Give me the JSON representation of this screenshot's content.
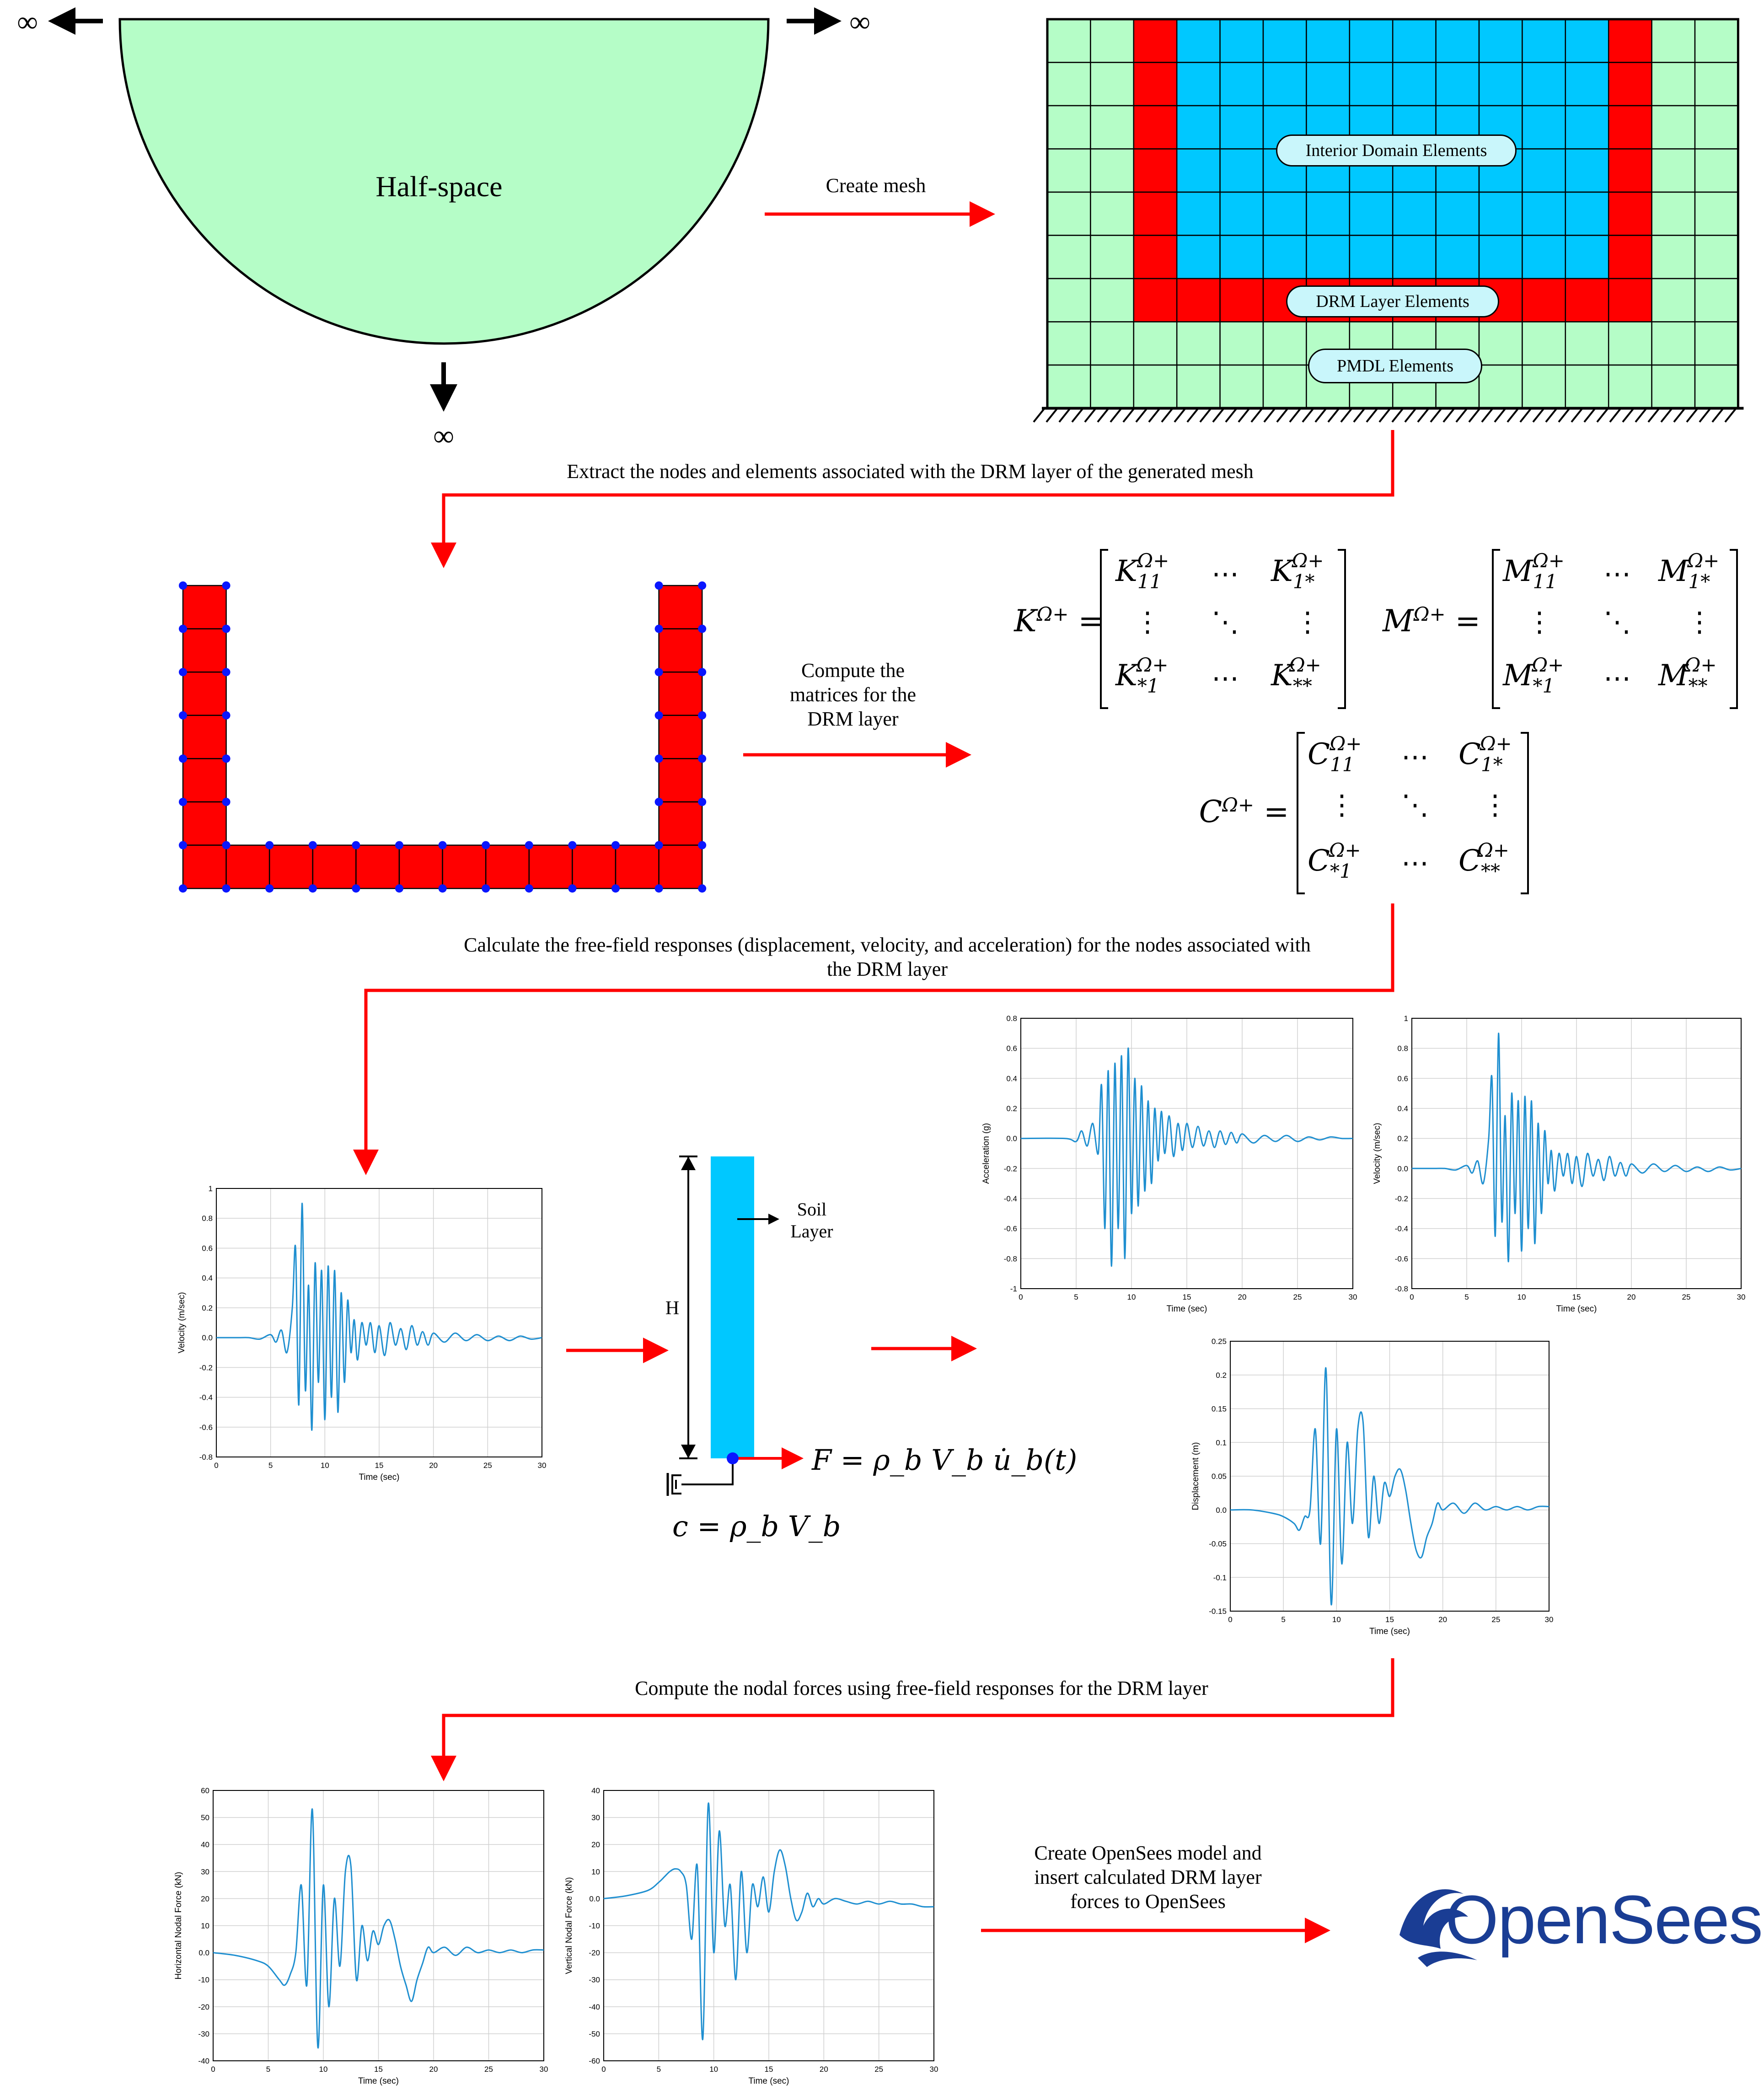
{
  "colors": {
    "halfspace": "#b5fdc7",
    "interior": "#00c8ff",
    "drm": "#ff0000",
    "pmdl": "#b5fdc7",
    "arrow": "#ff0000",
    "nodes": "#0a16ff",
    "series": "#1f8fd0",
    "logo": "#1a3d94"
  },
  "halfspace": {
    "label": "Half-space",
    "infinity_left": "∞",
    "infinity_right": "∞",
    "infinity_bottom": "∞"
  },
  "mesh": {
    "interior_label": "Interior Domain Elements",
    "drm_label": "DRM Layer Elements",
    "pmdl_label": "PMDL Elements"
  },
  "steps": {
    "create_mesh": "Create mesh",
    "extract": "Extract the nodes and elements associated with the DRM layer of the generated mesh",
    "compute_matrices": [
      "Compute the",
      "matrices for the",
      "DRM layer"
    ],
    "free_field": [
      "Calculate the free-field responses (displacement, velocity, and acceleration) for the nodes associated with",
      "the DRM layer"
    ],
    "nodal_forces": "Compute the nodal forces using free-field responses for the DRM layer",
    "opensees": [
      "Create OpenSees model and",
      "insert calculated DRM layer",
      "forces to OpenSees"
    ]
  },
  "soil_column": {
    "soil_label": [
      "Soil",
      "Layer"
    ],
    "height_label": "H",
    "force_eq": "F = ρ_b V_b u̇_b(t)",
    "damper_eq": "c = ρ_b V_b"
  },
  "logo": {
    "text": "OpenSees"
  },
  "chart_data": [
    {
      "id": "input_velocity",
      "type": "line",
      "xlabel": "Time (sec)",
      "ylabel": "Velocity (m/sec)",
      "xlim": [
        0,
        30
      ],
      "ylim": [
        -0.8,
        1.0
      ],
      "xticks": [
        0,
        5,
        10,
        15,
        20,
        25,
        30
      ],
      "yticks": [
        -0.8,
        -0.6,
        -0.4,
        -0.2,
        0.0,
        0.2,
        0.4,
        0.6,
        0.8,
        1.0
      ],
      "grid": true,
      "x": [
        0,
        2,
        3,
        4,
        5,
        5.5,
        6,
        6.5,
        7,
        7.3,
        7.6,
        7.9,
        8.2,
        8.5,
        8.8,
        9.1,
        9.4,
        9.7,
        10,
        10.3,
        10.6,
        10.9,
        11.2,
        11.5,
        11.8,
        12.1,
        12.4,
        12.7,
        13,
        13.4,
        13.8,
        14.2,
        14.6,
        15,
        15.5,
        16,
        16.5,
        17,
        17.5,
        18,
        18.5,
        19,
        19.5,
        20,
        21,
        22,
        23,
        24,
        25,
        26,
        27,
        28,
        29,
        30
      ],
      "y": [
        0,
        0,
        0,
        -0.01,
        0.02,
        -0.03,
        0.05,
        -0.1,
        0.2,
        0.6,
        -0.45,
        0.9,
        -0.35,
        0.35,
        -0.62,
        0.5,
        -0.3,
        0.45,
        -0.55,
        0.48,
        -0.4,
        0.45,
        -0.5,
        0.3,
        -0.3,
        0.25,
        -0.1,
        0.12,
        -0.15,
        0.1,
        -0.05,
        0.1,
        -0.1,
        0.08,
        -0.12,
        0.1,
        -0.05,
        0.06,
        -0.08,
        0.08,
        -0.05,
        0.04,
        -0.05,
        0.03,
        -0.03,
        0.03,
        -0.02,
        0.02,
        -0.02,
        0.01,
        -0.02,
        0.01,
        -0.01,
        0
      ]
    },
    {
      "id": "acceleration",
      "type": "line",
      "xlabel": "Time (sec)",
      "ylabel": "Acceleration (g)",
      "xlim": [
        0,
        30
      ],
      "ylim": [
        -1.0,
        0.8
      ],
      "xticks": [
        0,
        5,
        10,
        15,
        20,
        25,
        30
      ],
      "yticks": [
        -1.0,
        -0.8,
        -0.6,
        -0.4,
        -0.2,
        0.0,
        0.2,
        0.4,
        0.6,
        0.8
      ],
      "grid": true,
      "x": [
        0,
        4,
        5,
        5.5,
        6,
        6.5,
        7,
        7.3,
        7.6,
        7.9,
        8.2,
        8.5,
        8.8,
        9.1,
        9.4,
        9.7,
        10,
        10.3,
        10.6,
        10.9,
        11.2,
        11.5,
        11.8,
        12.1,
        12.4,
        12.7,
        13,
        13.4,
        13.8,
        14.2,
        14.6,
        15,
        15.5,
        16,
        16.5,
        17,
        17.5,
        18,
        18.5,
        19,
        19.5,
        20,
        21,
        22,
        23,
        24,
        25,
        26,
        27,
        28,
        29,
        30
      ],
      "y": [
        0,
        0,
        -0.02,
        0.05,
        -0.05,
        0.1,
        -0.1,
        0.35,
        -0.6,
        0.45,
        -0.85,
        0.5,
        -0.6,
        0.55,
        -0.8,
        0.6,
        -0.5,
        0.4,
        -0.45,
        0.35,
        -0.35,
        0.25,
        -0.3,
        0.2,
        -0.15,
        0.18,
        -0.1,
        0.15,
        -0.12,
        0.1,
        -0.08,
        0.1,
        -0.06,
        0.08,
        -0.05,
        0.05,
        -0.06,
        0.05,
        -0.04,
        0.04,
        -0.03,
        0.03,
        -0.03,
        0.02,
        -0.02,
        0.02,
        -0.02,
        0.01,
        -0.01,
        0.01,
        0,
        0
      ]
    },
    {
      "id": "velocity",
      "type": "line",
      "xlabel": "Time (sec)",
      "ylabel": "Velocity (m/sec)",
      "xlim": [
        0,
        30
      ],
      "ylim": [
        -0.8,
        1.0
      ],
      "xticks": [
        0,
        5,
        10,
        15,
        20,
        25,
        30
      ],
      "yticks": [
        -0.8,
        -0.6,
        -0.4,
        -0.2,
        0.0,
        0.2,
        0.4,
        0.6,
        0.8,
        1.0
      ],
      "grid": true,
      "x": [
        0,
        2,
        3,
        4,
        5,
        5.5,
        6,
        6.5,
        7,
        7.3,
        7.6,
        7.9,
        8.2,
        8.5,
        8.8,
        9.1,
        9.4,
        9.7,
        10,
        10.3,
        10.6,
        10.9,
        11.2,
        11.5,
        11.8,
        12.1,
        12.4,
        12.7,
        13,
        13.4,
        13.8,
        14.2,
        14.6,
        15,
        15.5,
        16,
        16.5,
        17,
        17.5,
        18,
        18.5,
        19,
        19.5,
        20,
        21,
        22,
        23,
        24,
        25,
        26,
        27,
        28,
        29,
        30
      ],
      "y": [
        0,
        0,
        0,
        -0.01,
        0.02,
        -0.03,
        0.05,
        -0.1,
        0.2,
        0.6,
        -0.45,
        0.9,
        -0.35,
        0.35,
        -0.62,
        0.5,
        -0.3,
        0.45,
        -0.55,
        0.48,
        -0.4,
        0.45,
        -0.5,
        0.3,
        -0.3,
        0.25,
        -0.1,
        0.12,
        -0.15,
        0.1,
        -0.05,
        0.1,
        -0.1,
        0.08,
        -0.12,
        0.1,
        -0.05,
        0.06,
        -0.08,
        0.08,
        -0.05,
        0.04,
        -0.05,
        0.03,
        -0.03,
        0.03,
        -0.02,
        0.02,
        -0.02,
        0.01,
        -0.02,
        0.01,
        -0.01,
        0
      ]
    },
    {
      "id": "displacement",
      "type": "line",
      "xlabel": "Time (sec)",
      "ylabel": "Displacement (m)",
      "xlim": [
        0,
        30
      ],
      "ylim": [
        -0.15,
        0.25
      ],
      "xticks": [
        0,
        5,
        10,
        15,
        20,
        25,
        30
      ],
      "yticks": [
        -0.15,
        -0.1,
        -0.05,
        0.0,
        0.05,
        0.1,
        0.15,
        0.2,
        0.25
      ],
      "grid": true,
      "x": [
        0,
        2,
        4,
        5,
        6,
        6.5,
        7,
        7.5,
        8,
        8.5,
        9,
        9.5,
        10,
        10.5,
        11,
        11.5,
        12,
        12.5,
        13,
        13.5,
        14,
        14.5,
        15,
        15.5,
        16,
        16.5,
        17,
        17.5,
        18,
        18.5,
        19,
        19.5,
        20,
        21,
        22,
        23,
        24,
        25,
        26,
        27,
        28,
        29,
        30
      ],
      "y": [
        0,
        0,
        -0.005,
        -0.01,
        -0.02,
        -0.03,
        -0.01,
        0.0,
        0.12,
        -0.05,
        0.21,
        -0.14,
        0.12,
        -0.08,
        0.1,
        -0.02,
        0.12,
        0.13,
        -0.04,
        0.05,
        -0.02,
        0.04,
        0.02,
        0.05,
        0.06,
        0.03,
        -0.02,
        -0.06,
        -0.07,
        -0.04,
        -0.02,
        0.01,
        0.0,
        0.01,
        -0.005,
        0.01,
        0.0,
        0.005,
        0.0,
        0.005,
        0.0,
        0.005,
        0.005
      ]
    },
    {
      "id": "horizontal_force",
      "type": "line",
      "xlabel": "Time (sec)",
      "ylabel": "Horizontal Nodal Force (kN)",
      "xlim": [
        0,
        30
      ],
      "ylim": [
        -40,
        60
      ],
      "xticks": [
        0,
        5,
        10,
        15,
        20,
        25,
        30
      ],
      "yticks": [
        -40,
        -30,
        -20,
        -10,
        0,
        10,
        20,
        30,
        40,
        50,
        60
      ],
      "grid": true,
      "x": [
        0,
        2,
        4,
        5,
        6,
        6.5,
        7,
        7.5,
        8,
        8.5,
        9,
        9.5,
        10,
        10.5,
        11,
        11.5,
        12,
        12.5,
        13,
        13.5,
        14,
        14.5,
        15,
        15.5,
        16,
        16.5,
        17,
        17.5,
        18,
        18.5,
        19,
        19.5,
        20,
        21,
        22,
        23,
        24,
        25,
        26,
        27,
        28,
        29,
        30
      ],
      "y": [
        0,
        -1,
        -3,
        -5,
        -10,
        -12,
        -8,
        0,
        25,
        -12,
        53,
        -35,
        25,
        -20,
        20,
        -5,
        30,
        32,
        -10,
        10,
        -3,
        8,
        3,
        10,
        12,
        5,
        -5,
        -12,
        -18,
        -10,
        -4,
        2,
        0,
        2,
        -1,
        2,
        0,
        1,
        0,
        1,
        0,
        1,
        1
      ]
    },
    {
      "id": "vertical_force",
      "type": "line",
      "xlabel": "Time (sec)",
      "ylabel": "Vertical Nodal Force (kN)",
      "xlim": [
        0,
        30
      ],
      "ylim": [
        -60,
        40
      ],
      "xticks": [
        0,
        5,
        10,
        15,
        20,
        25,
        30
      ],
      "yticks": [
        -60,
        -50,
        -40,
        -30,
        -20,
        -10,
        0,
        10,
        20,
        30,
        40
      ],
      "grid": true,
      "x": [
        0,
        2,
        4,
        5,
        5.5,
        6,
        6.5,
        7,
        7.5,
        8,
        8.5,
        9,
        9.5,
        10,
        10.5,
        11,
        11.5,
        12,
        12.5,
        13,
        13.5,
        14,
        14.5,
        15,
        15.5,
        16,
        16.5,
        17,
        17.5,
        18,
        18.5,
        19,
        19.5,
        20,
        21,
        22,
        23,
        24,
        25,
        26,
        27,
        28,
        29,
        30
      ],
      "y": [
        0,
        1,
        3,
        6,
        8,
        10,
        11,
        10,
        5,
        -15,
        12,
        -52,
        35,
        -20,
        25,
        -10,
        5,
        -30,
        10,
        -20,
        5,
        -3,
        8,
        -5,
        10,
        18,
        12,
        0,
        -8,
        -5,
        2,
        -3,
        0,
        -2,
        0,
        -1,
        -2,
        -1,
        -2,
        -1,
        -2,
        -2,
        -3,
        -3
      ]
    }
  ]
}
